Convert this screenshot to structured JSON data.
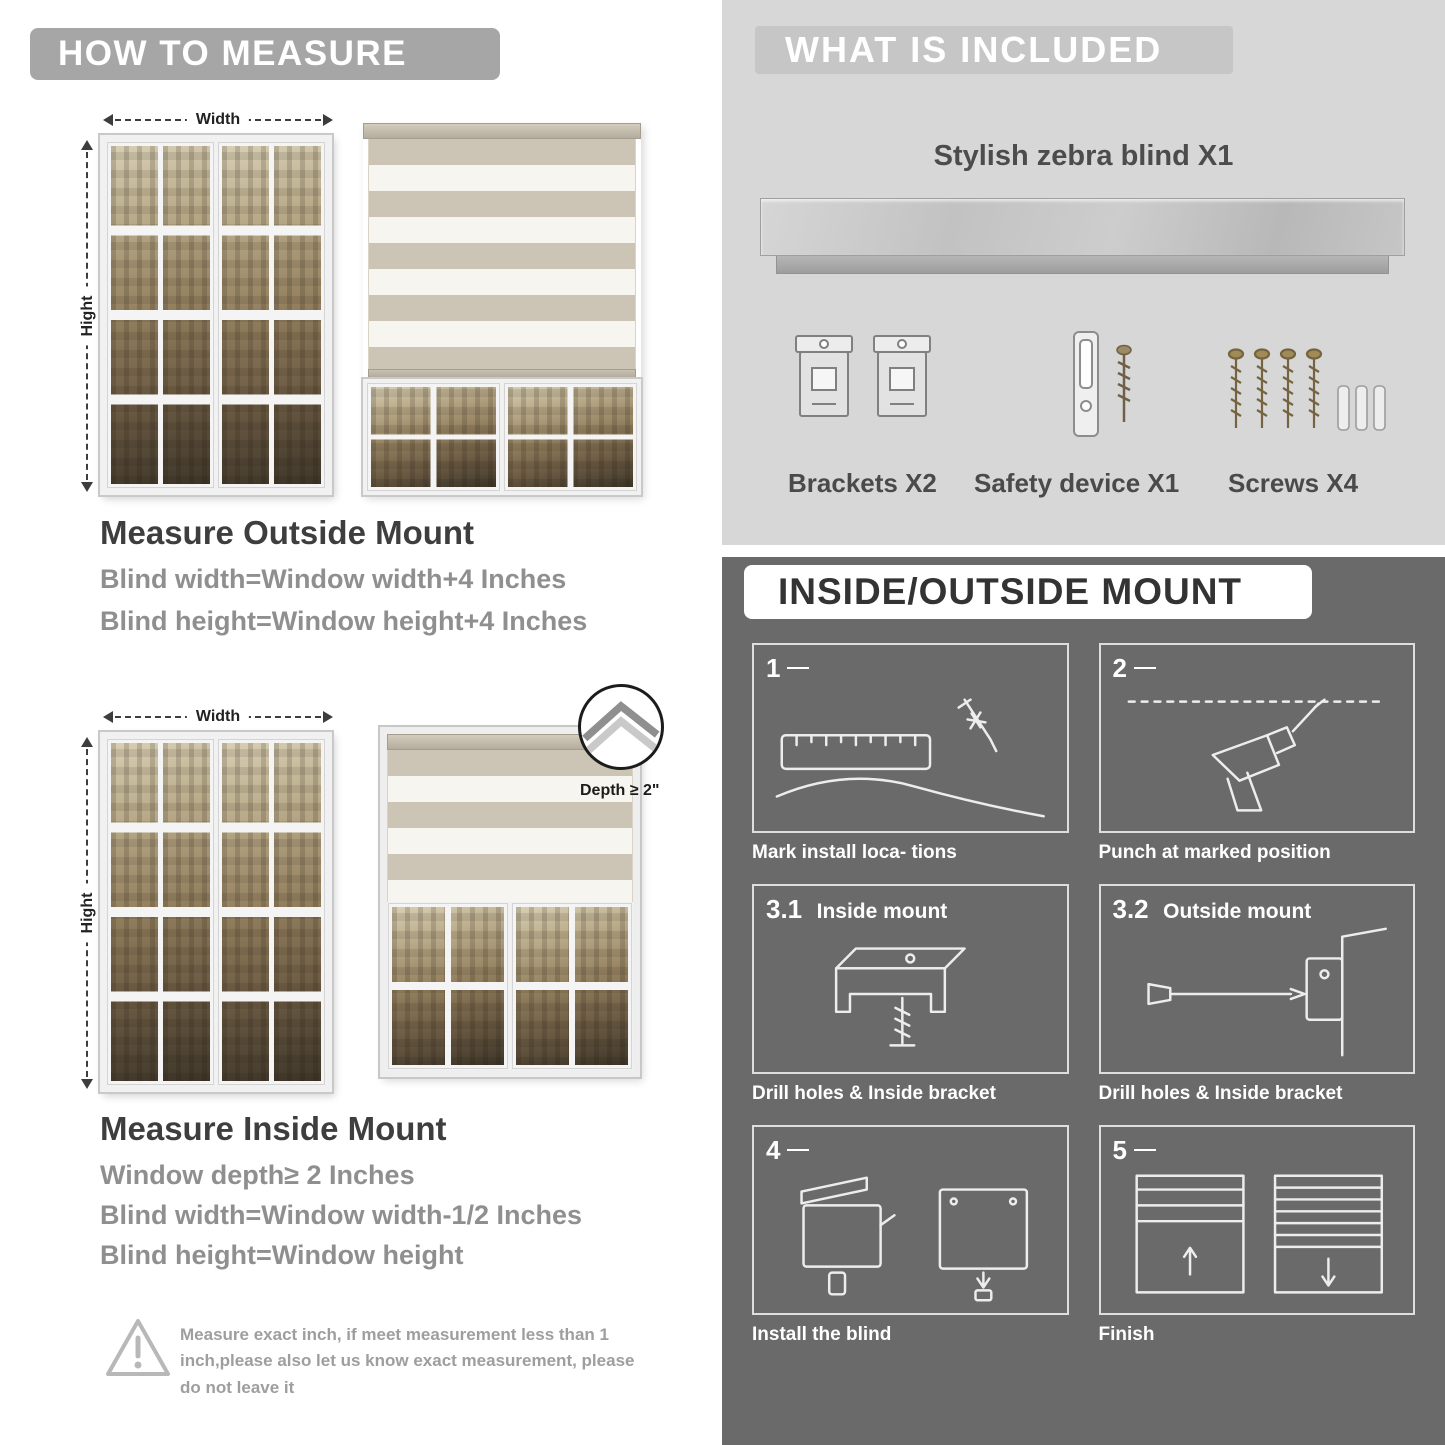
{
  "colors": {
    "panel_light": "#d7d7d7",
    "panel_dark": "#6a6a6a",
    "header_gray": "#a6a6a6",
    "title_text": "#3e3e3e",
    "muted_text": "#8f8f8f"
  },
  "how_to_measure": {
    "header": "HOW TO MEASURE",
    "width_label": "Width",
    "height_label": "Hight",
    "outside": {
      "title": "Measure Outside Mount",
      "lines": [
        "Blind width=Window width+4 Inches",
        "Blind height=Window height+4 Inches"
      ]
    },
    "inside": {
      "depth_label": "Depth ≥ 2\"",
      "title": "Measure Inside Mount",
      "lines": [
        "Window depth≥ 2 Inches",
        "Blind width=Window width-1/2 Inches",
        "Blind height=Window height"
      ]
    },
    "warning": "Measure exact inch, if meet measurement less than 1 inch,please also let us know exact measurement, please do not leave it"
  },
  "included": {
    "header": "WHAT IS INCLUDED",
    "product": "Stylish zebra blind X1",
    "items": [
      {
        "label": "Brackets X2"
      },
      {
        "label": "Safety device X1"
      },
      {
        "label": "Screws X4"
      }
    ]
  },
  "mount": {
    "header": "INSIDE/OUTSIDE MOUNT",
    "steps": [
      {
        "num": "1",
        "title": "",
        "caption": "Mark install loca- tions"
      },
      {
        "num": "2",
        "title": "",
        "caption": "Punch at  marked position"
      },
      {
        "num": "3.1",
        "title": "Inside mount",
        "caption": "Drill holes &  Inside bracket"
      },
      {
        "num": "3.2",
        "title": "Outside mount",
        "caption": "Drill holes &  Inside bracket"
      },
      {
        "num": "4",
        "title": "",
        "caption": "Install the blind"
      },
      {
        "num": "5",
        "title": "",
        "caption": "Finish"
      }
    ]
  }
}
